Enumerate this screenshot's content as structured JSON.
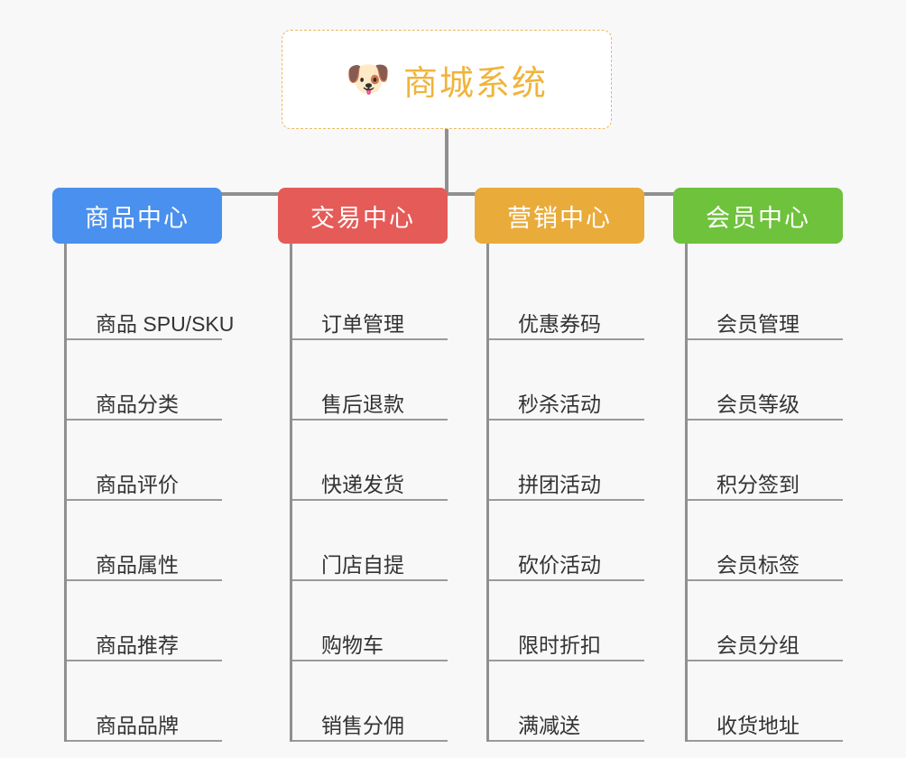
{
  "page": {
    "background_color": "#f8f8f8",
    "line_color": "#909090"
  },
  "root": {
    "icon": "dog-face-emoji",
    "emoji": "🐶",
    "title": "商城系统",
    "text_color": "#f0b43c",
    "border_color": "#e8b963",
    "background_color": "#ffffff"
  },
  "columns": [
    {
      "title": "商品中心",
      "color": "#4a90ee",
      "key": "product-center",
      "items": [
        "商品 SPU/SKU",
        "商品分类",
        "商品评价",
        "商品属性",
        "商品推荐",
        "商品品牌"
      ]
    },
    {
      "title": "交易中心",
      "color": "#e55b58",
      "key": "trade-center",
      "items": [
        "订单管理",
        "售后退款",
        "快递发货",
        "门店自提",
        "购物车",
        "销售分佣"
      ]
    },
    {
      "title": "营销中心",
      "color": "#e9ab3a",
      "key": "marketing-center",
      "items": [
        "优惠券码",
        "秒杀活动",
        "拼团活动",
        "砍价活动",
        "限时折扣",
        "满减送"
      ]
    },
    {
      "title": "会员中心",
      "color": "#6fc23c",
      "key": "member-center",
      "items": [
        "会员管理",
        "会员等级",
        "积分签到",
        "会员标签",
        "会员分组",
        "收货地址"
      ]
    }
  ]
}
